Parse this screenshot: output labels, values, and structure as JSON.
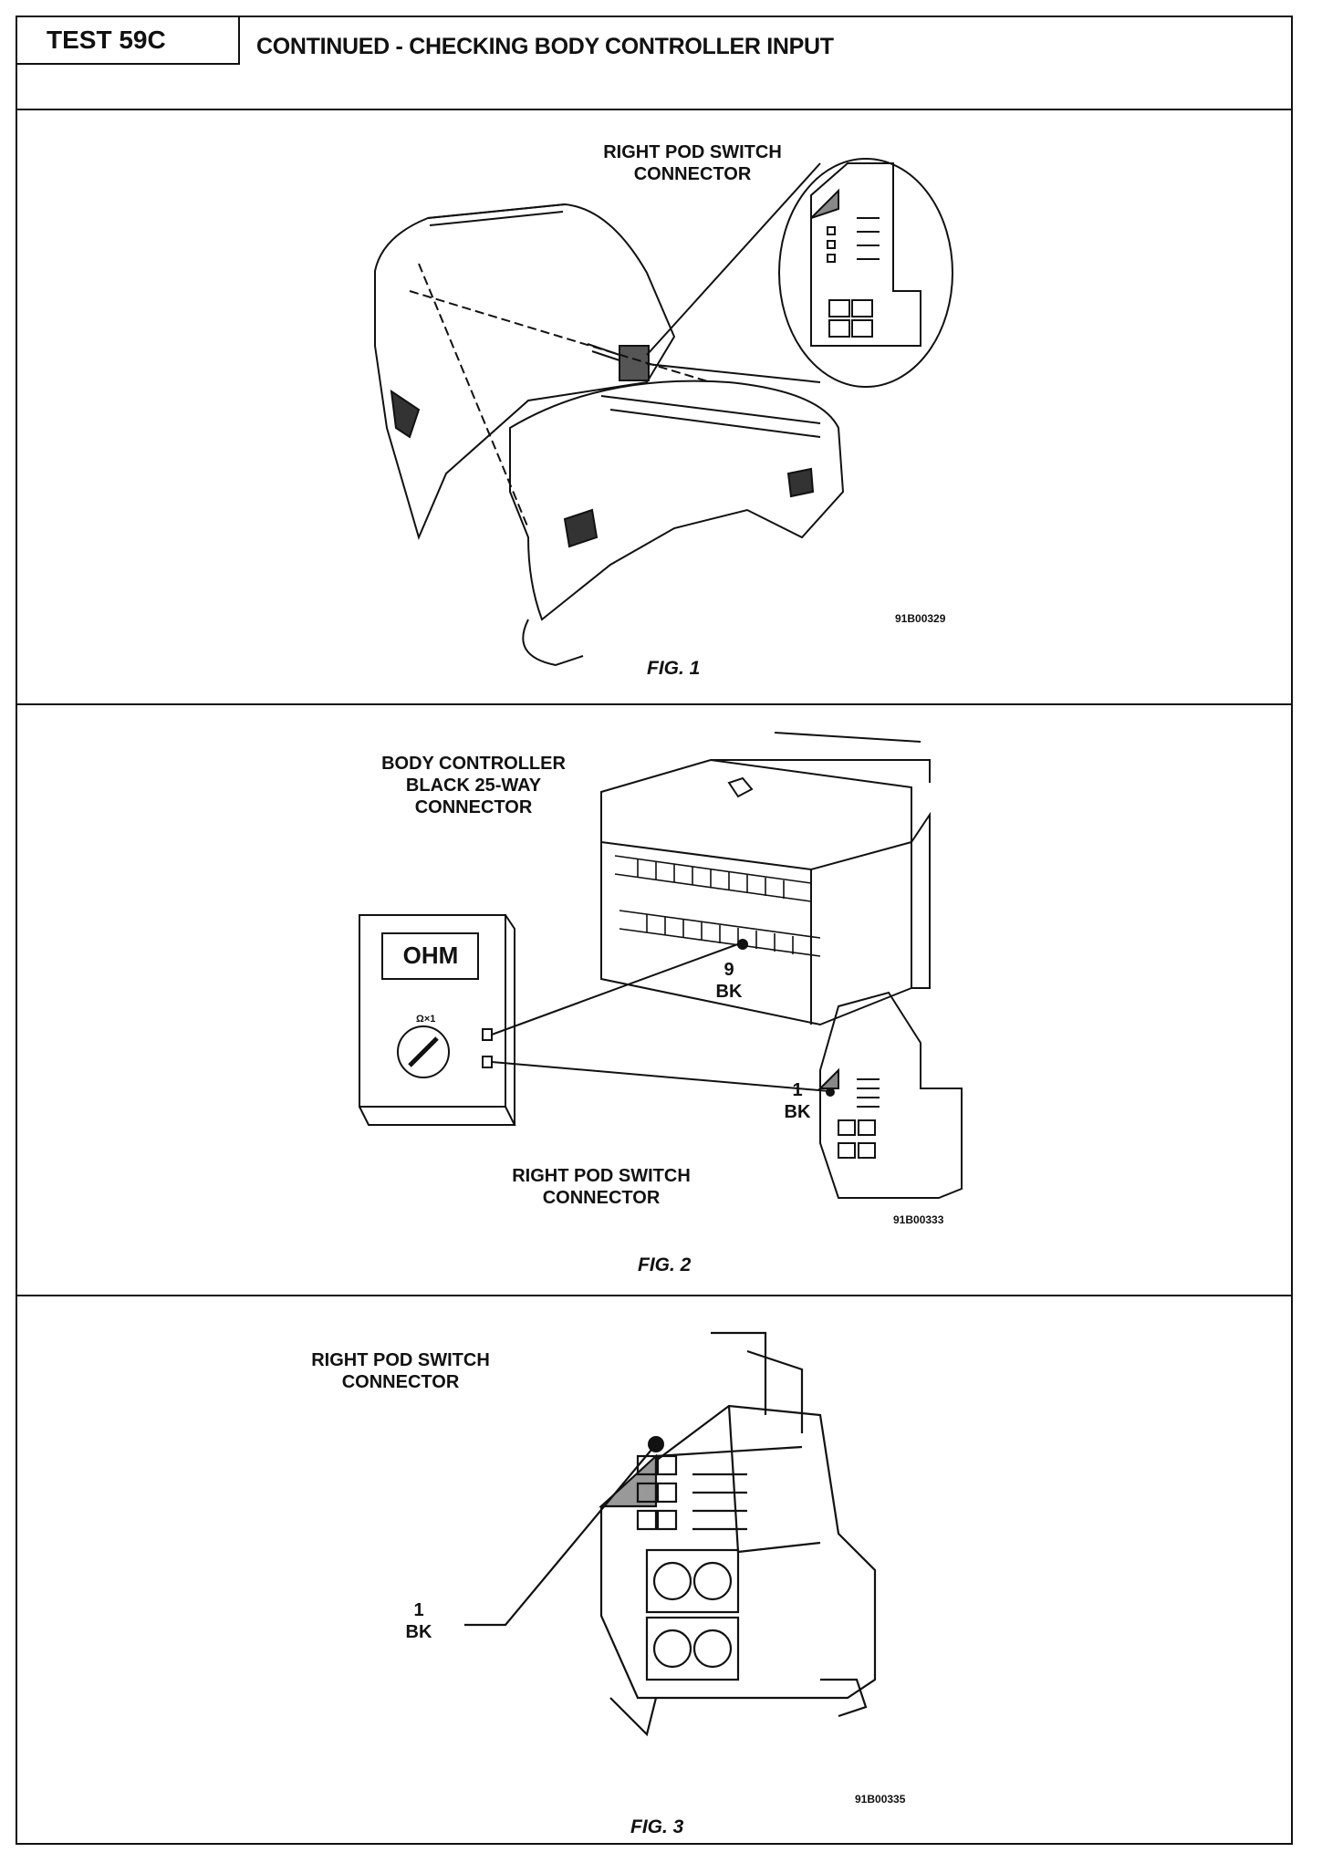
{
  "header": {
    "test_label": "TEST 59C",
    "title": "CONTINUED - CHECKING BODY CONTROLLER INPUT"
  },
  "fig1": {
    "label": "RIGHT POD SWITCH\nCONNECTOR",
    "code": "91B00329",
    "caption": "FIG. 1"
  },
  "fig2": {
    "controller_label": "BODY CONTROLLER\nBLACK 25-WAY\nCONNECTOR",
    "meter_display": "OHM",
    "meter_range": "Ω×1",
    "pin9": "9",
    "pin9_color": "BK",
    "pin1": "1",
    "pin1_color": "BK",
    "switch_label": "RIGHT POD SWITCH\nCONNECTOR",
    "code": "91B00333",
    "caption": "FIG. 2"
  },
  "fig3": {
    "label": "RIGHT POD SWITCH\nCONNECTOR",
    "pin1": "1",
    "pin1_color": "BK",
    "code": "91B00335",
    "caption": "FIG. 3"
  }
}
